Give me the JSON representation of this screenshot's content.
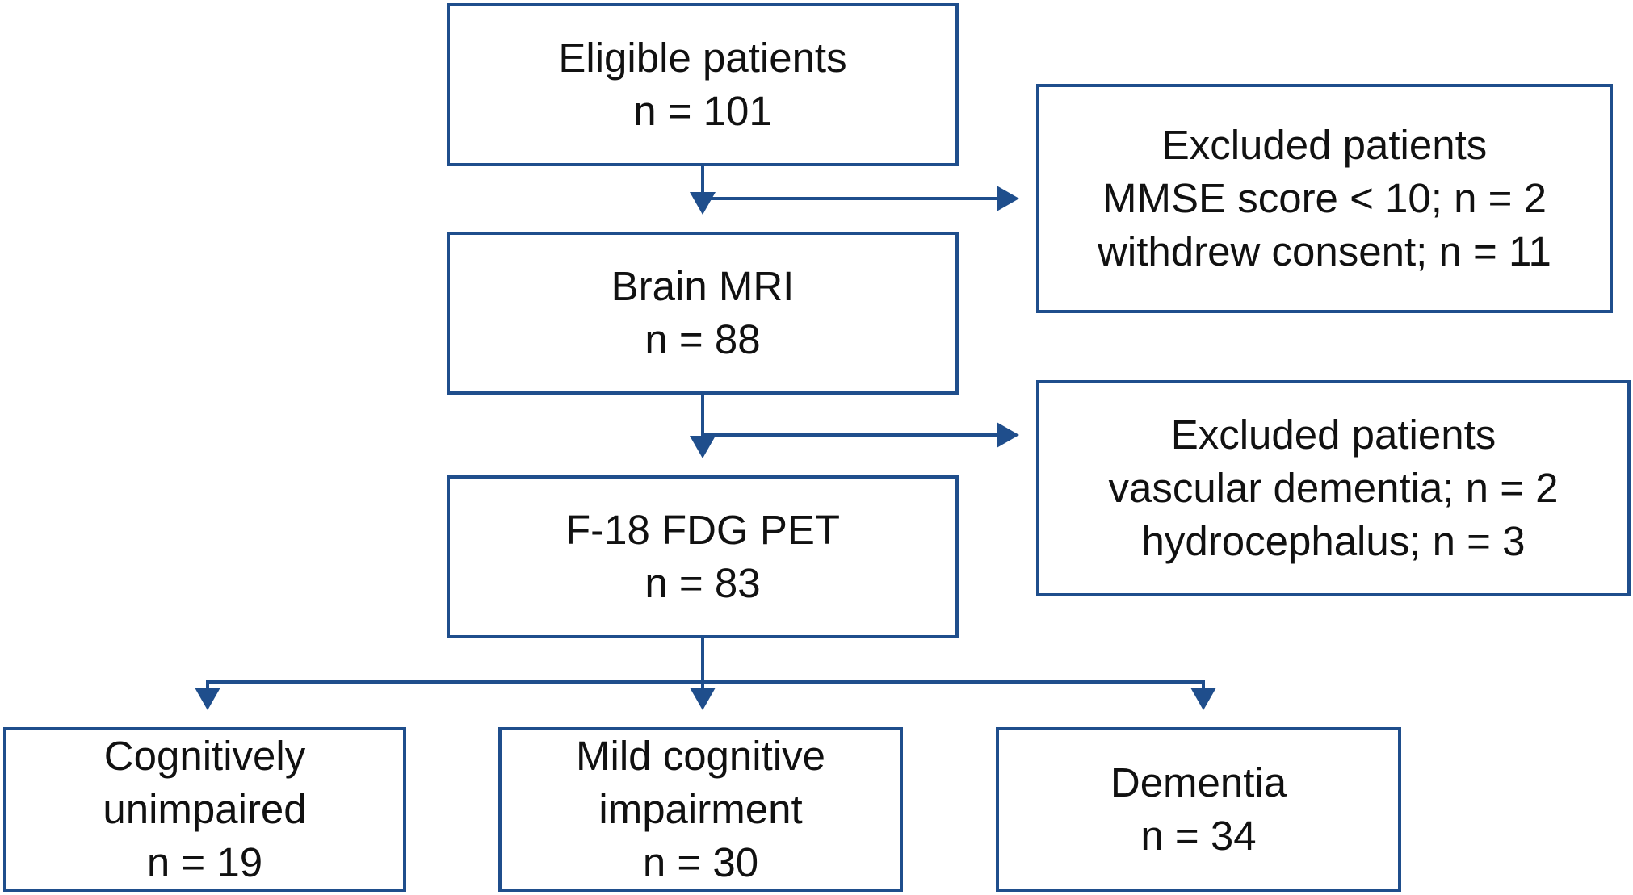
{
  "colors": {
    "border": "#1f4e8c",
    "arrow": "#1f4e8c",
    "text": "#111111"
  },
  "boxes": {
    "eligible": {
      "lines": [
        "Eligible patients",
        "n = 101"
      ]
    },
    "excluded_1": {
      "lines": [
        "Excluded patients",
        "MMSE score < 10; n = 2",
        "withdrew consent; n = 11"
      ]
    },
    "brain_mri": {
      "lines": [
        "Brain MRI",
        "n = 88"
      ]
    },
    "excluded_2": {
      "lines": [
        "Excluded patients",
        "vascular dementia; n = 2",
        "hydrocephalus; n = 3"
      ]
    },
    "fdg_pet": {
      "lines": [
        "F-18 FDG PET",
        "n = 83"
      ]
    },
    "cognitively_unimpaired": {
      "lines": [
        "Cognitively",
        "unimpaired",
        "n = 19"
      ]
    },
    "mci": {
      "lines": [
        "Mild cognitive",
        "impairment",
        "n = 30"
      ]
    },
    "dementia": {
      "lines": [
        "Dementia",
        "n = 34"
      ]
    }
  }
}
